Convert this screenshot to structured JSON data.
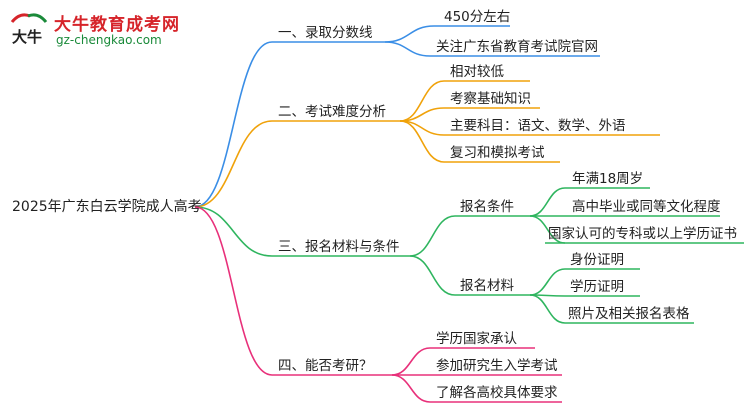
{
  "logo": {
    "mark_text": "大牛",
    "title": "大牛教育成考网",
    "url": "gz-chengkao.com"
  },
  "root": "2025年广东白云学院成人高考",
  "colors": {
    "branch1": "#3a8ee6",
    "branch2": "#f0a20a",
    "branch3": "#2fb55f",
    "branch4": "#e8307a",
    "logo_red": "#d6242a",
    "logo_green": "#1a8a3a"
  },
  "branches": [
    {
      "label": "一、录取分数线",
      "children": [
        {
          "label": "450分左右"
        },
        {
          "label": "关注广东省教育考试院官网"
        }
      ]
    },
    {
      "label": "二、考试难度分析",
      "children": [
        {
          "label": "相对较低"
        },
        {
          "label": "考察基础知识"
        },
        {
          "label": "主要科目：语文、数学、外语"
        },
        {
          "label": "复习和模拟考试"
        }
      ]
    },
    {
      "label": "三、报名材料与条件",
      "children": [
        {
          "label": "报名条件",
          "children": [
            {
              "label": "年满18周岁"
            },
            {
              "label": "高中毕业或同等文化程度"
            },
            {
              "label": "国家认可的专科或以上学历证书"
            }
          ]
        },
        {
          "label": "报名材料",
          "children": [
            {
              "label": "身份证明"
            },
            {
              "label": "学历证明"
            },
            {
              "label": "照片及相关报名表格"
            }
          ]
        }
      ]
    },
    {
      "label": "四、能否考研？",
      "children": [
        {
          "label": "学历国家承认"
        },
        {
          "label": "参加研究生入学考试"
        },
        {
          "label": "了解各高校具体要求"
        }
      ]
    }
  ]
}
